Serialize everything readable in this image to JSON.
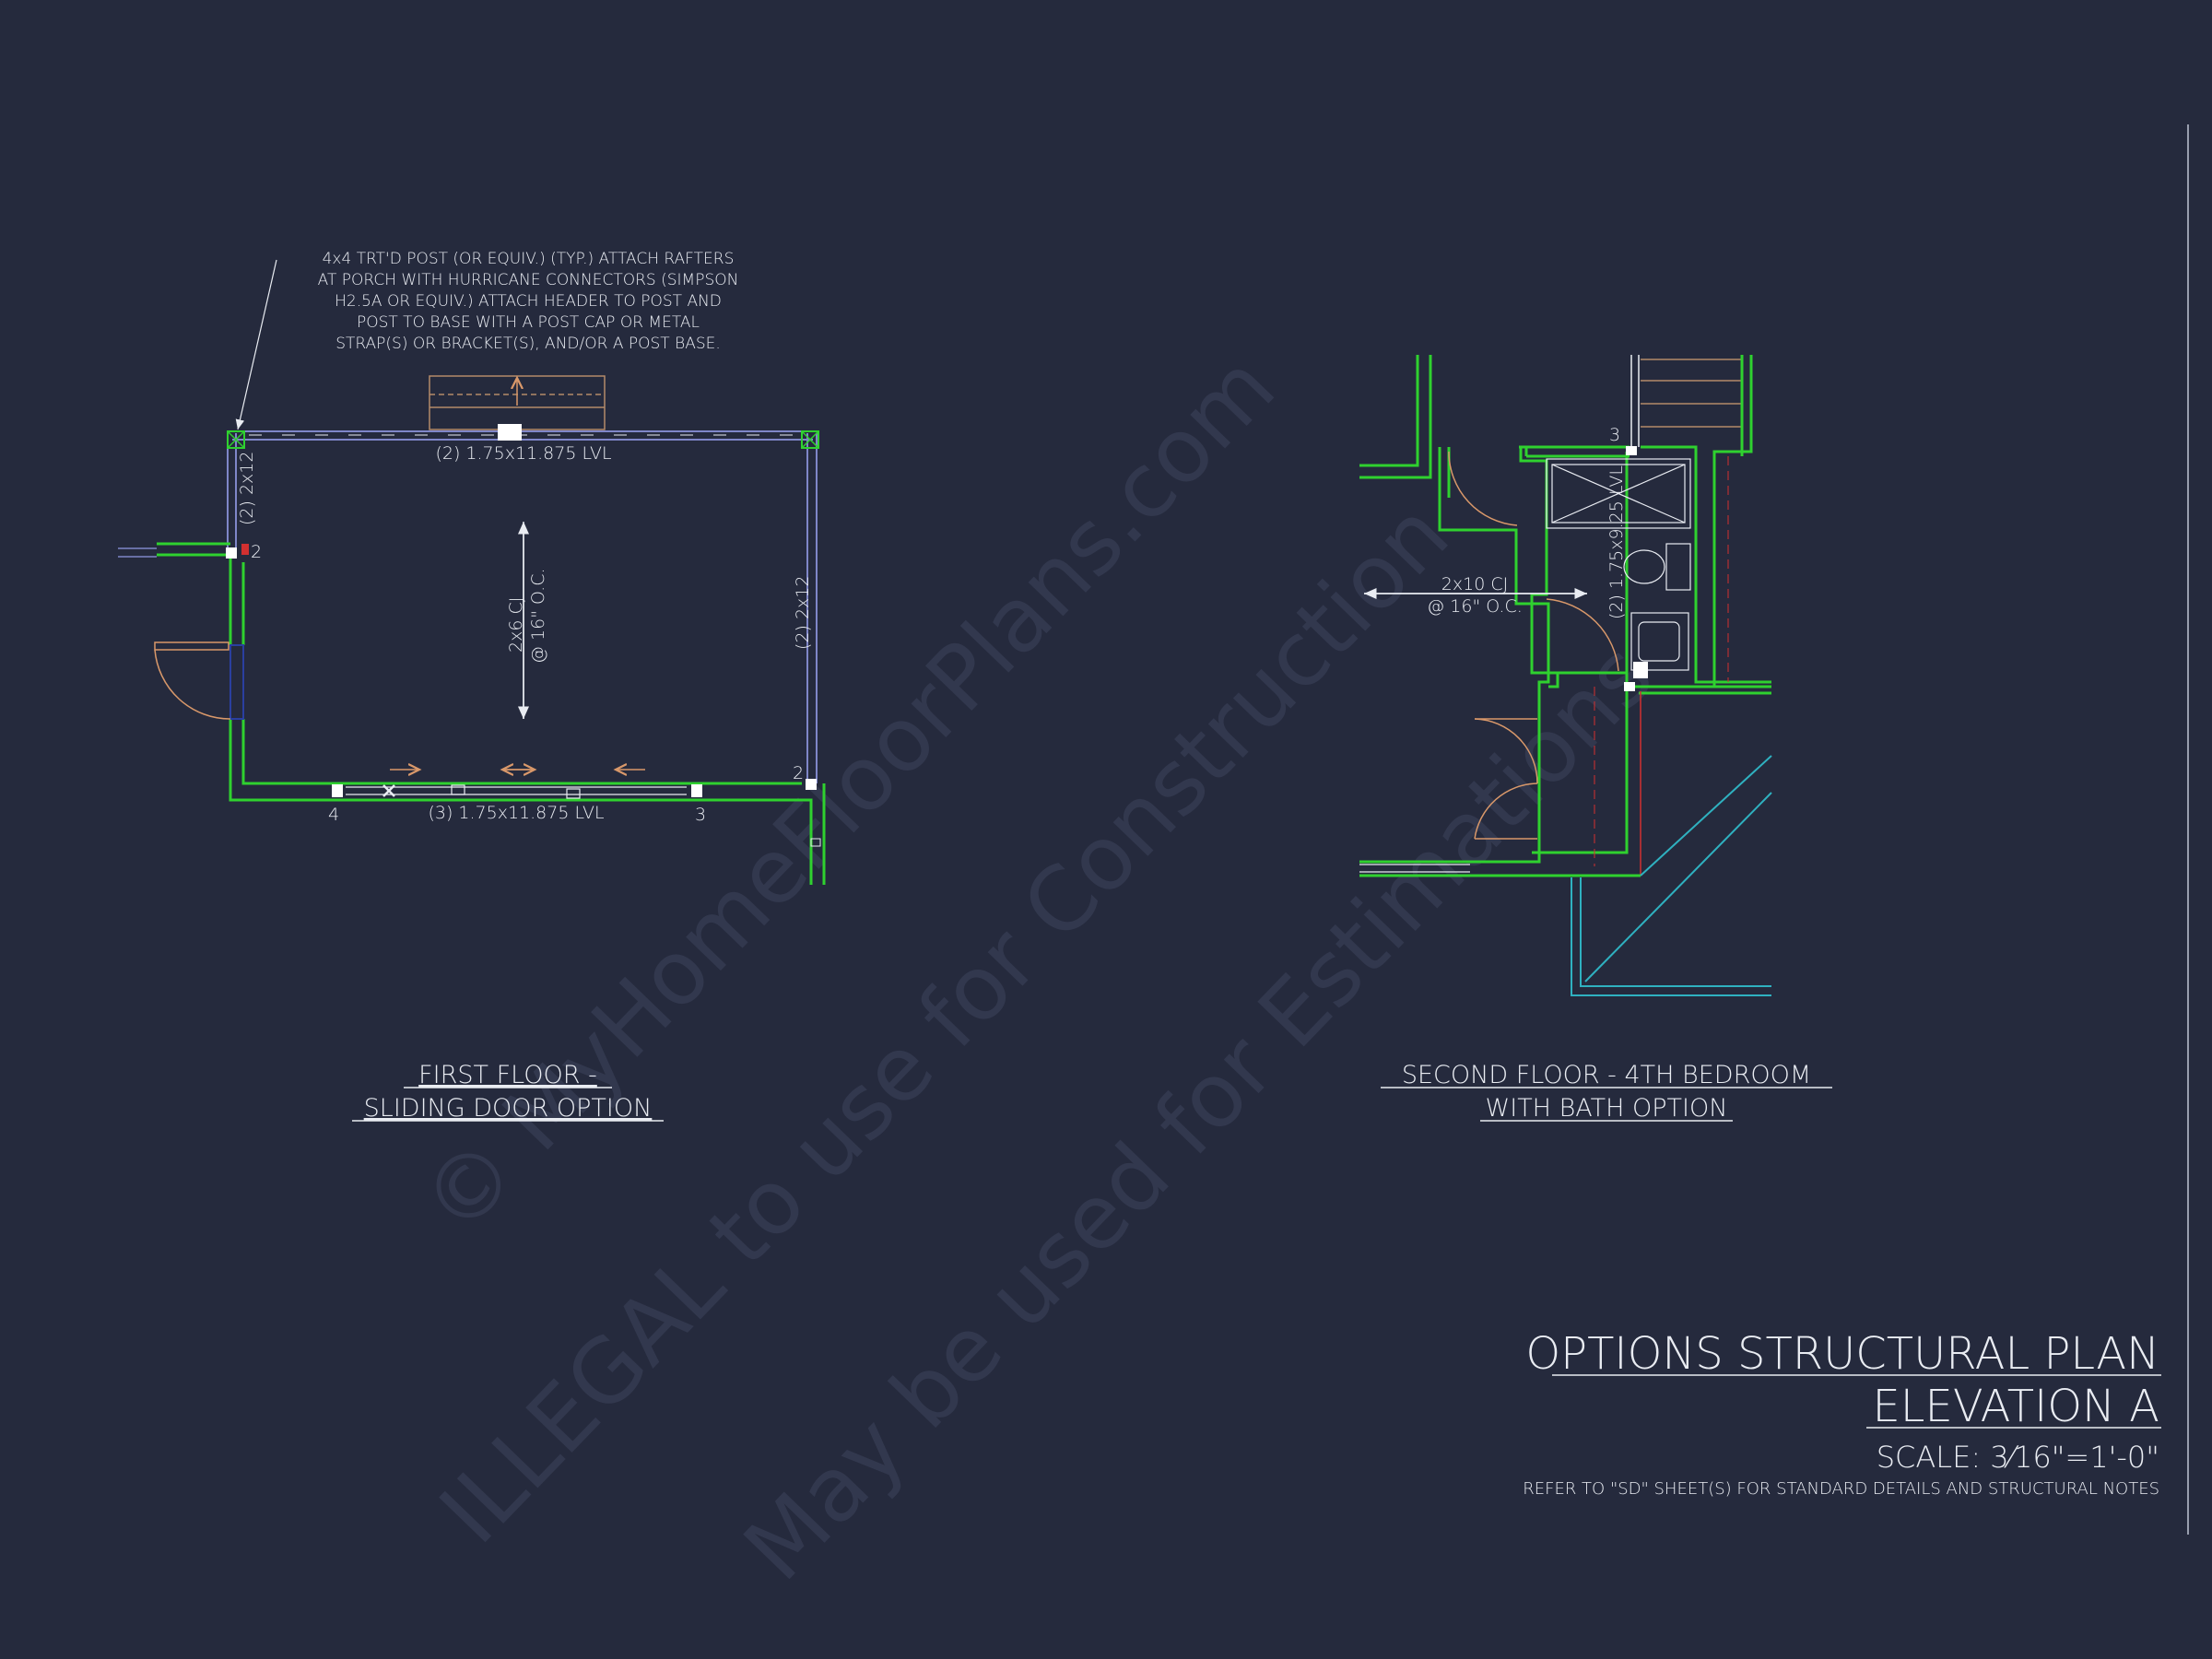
{
  "colors": {
    "background": "#252a3d",
    "wall_green": "#2fd12f",
    "beam_blue": "#7f86c8",
    "door_orange": "#d9986a",
    "annotation_white": "#e9ecf2",
    "stair_tan": "#b48a6a",
    "deck_cyan": "#2fb1c0",
    "red_line": "#d23030",
    "watermark": "#343a50"
  },
  "watermark": {
    "line1": "© MyHomeFloorPlans.com",
    "line2": "ILLEGAL to use for Construction",
    "line3": "May be used for Estimations"
  },
  "first_floor": {
    "post_note": [
      "4x4 TRT'D POST (OR EQUIV.) (TYP.) ATTACH RAFTERS",
      "AT PORCH WITH HURRICANE CONNECTORS (SIMPSON",
      "H2.5A OR EQUIV.) ATTACH HEADER TO POST AND",
      "POST TO BASE WITH A POST CAP OR METAL",
      "STRAP(S) OR BRACKET(S), AND/OR A POST BASE."
    ],
    "top_beam": "(2) 1.75x11.875 LVL",
    "bottom_beam": "(3) 1.75x11.875 LVL",
    "left_header": "(2) 2x12",
    "right_header": "(2) 2x12",
    "joist_size": "2x6 CJ",
    "joist_spacing": "@ 16\" O.C.",
    "post_marks": [
      "2",
      "2",
      "4",
      "3"
    ],
    "title_line1": "FIRST FLOOR -",
    "title_line2": "SLIDING DOOR OPTION"
  },
  "second_floor": {
    "joist_size": "2x10 CJ",
    "joist_spacing": "@ 16\" O.C.",
    "beam": "(2) 1.75x9.25 LVL",
    "post_mark": "3",
    "title_line1": "SECOND FLOOR - 4TH BEDROOM",
    "title_line2": "WITH BATH OPTION"
  },
  "title_block": {
    "title": "OPTIONS STRUCTURAL PLAN",
    "subtitle": "ELEVATION A",
    "scale": "SCALE: 3⁄16\"=1'-0\"",
    "note": "REFER TO \"SD\" SHEET(S) FOR STANDARD DETAILS AND STRUCTURAL NOTES"
  }
}
